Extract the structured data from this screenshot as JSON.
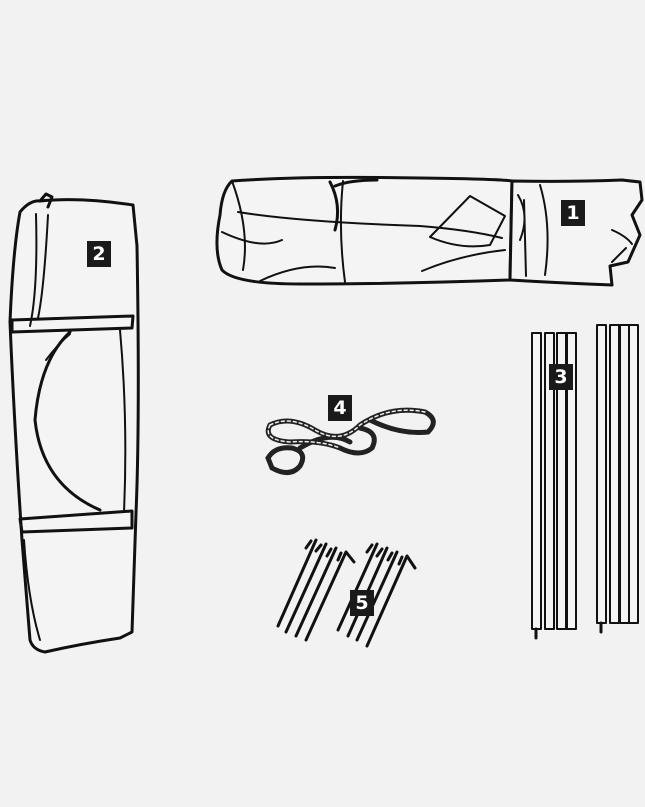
{
  "components": [
    {
      "number": "1",
      "icon": "rolled-tent-body-icon"
    },
    {
      "number": "2",
      "icon": "carry-bag-icon"
    },
    {
      "number": "3",
      "icon": "tent-poles-icon"
    },
    {
      "number": "4",
      "icon": "guy-ropes-icon"
    },
    {
      "number": "5",
      "icon": "tent-stakes-icon"
    }
  ]
}
